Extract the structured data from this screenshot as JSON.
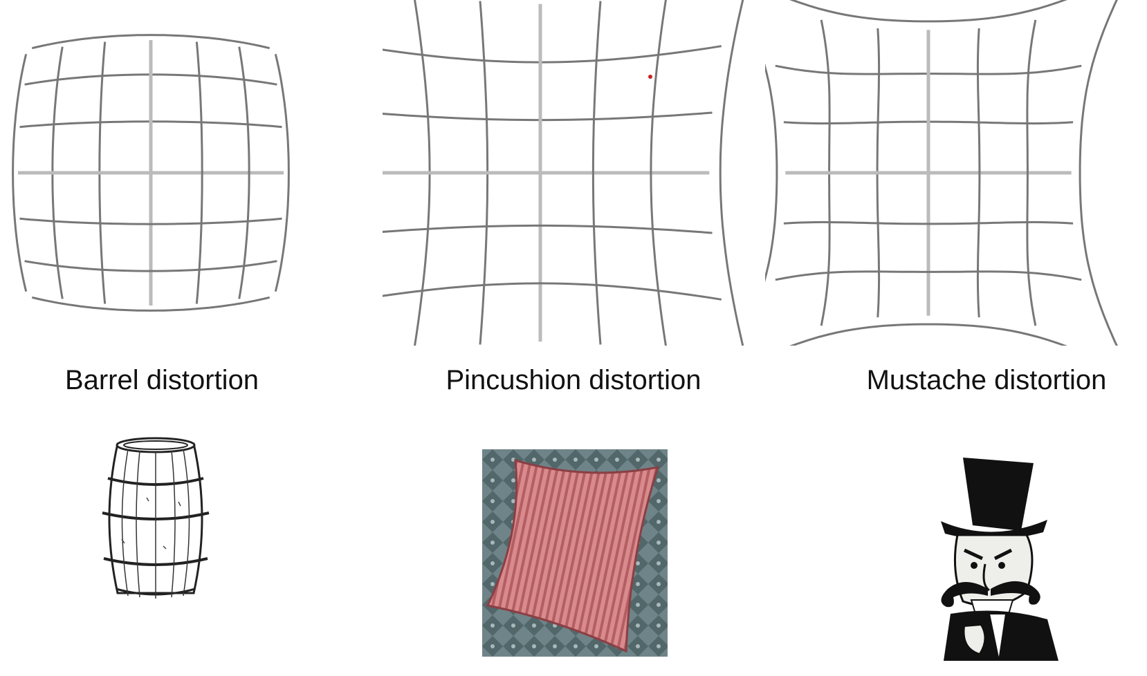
{
  "panels": [
    {
      "id": "barrel",
      "caption": "Barrel distortion",
      "k": 0.12,
      "illustration": "barrel-icon"
    },
    {
      "id": "pincushion",
      "caption": "Pincushion distortion",
      "k": -0.12,
      "illustration": "pillow-icon"
    },
    {
      "id": "mustache",
      "caption": "Mustache distortion",
      "k": 0.16,
      "k2": -0.12,
      "illustration": "villain-mustache-icon"
    }
  ],
  "colors": {
    "grid_line": "#777777",
    "pillow": "#d98a8c",
    "pillow_stripe": "#b35e62",
    "pillow_bg": "#6f8488"
  }
}
